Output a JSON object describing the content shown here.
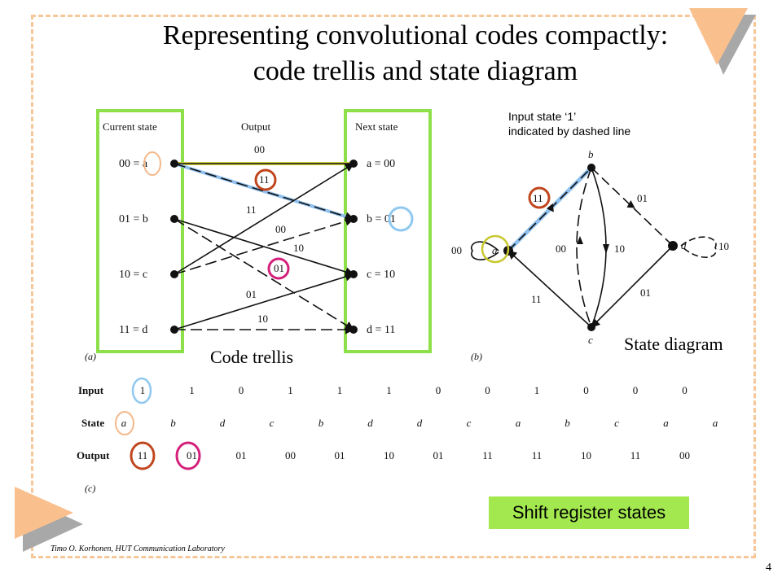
{
  "title": {
    "line1": "Representing convolutional codes compactly:",
    "line2": "code trellis and state diagram"
  },
  "trellis": {
    "headers": {
      "current": "Current state",
      "output": "Output",
      "next": "Next state"
    },
    "left_states": [
      "00 = a",
      "01 = b",
      "10 = c",
      "11 = d"
    ],
    "right_states": [
      "a = 00",
      "b = 01",
      "c = 10",
      "d = 11"
    ],
    "branch_labels": [
      "00",
      "11",
      "11",
      "00",
      "10",
      "01",
      "01",
      "10"
    ],
    "label_a": "(a)",
    "caption": "Code trellis"
  },
  "state_diagram": {
    "annotation_line1": "Input state ‘1’",
    "annotation_line2": "indicated by dashed line",
    "nodes": [
      "a",
      "b",
      "c",
      "d"
    ],
    "edge_labels": [
      "00",
      "11",
      "01",
      "00",
      "10",
      "11",
      "01",
      "10"
    ],
    "label_b": "(b)",
    "caption": "State diagram"
  },
  "sequence_table": {
    "row_headers": [
      "Input",
      "State",
      "Output"
    ],
    "input": [
      "1",
      "1",
      "0",
      "1",
      "1",
      "1",
      "0",
      "0",
      "1",
      "0",
      "0",
      "0"
    ],
    "state": [
      "a",
      "b",
      "d",
      "c",
      "b",
      "d",
      "d",
      "c",
      "a",
      "b",
      "c",
      "a",
      "a"
    ],
    "output": [
      "11",
      "01",
      "01",
      "00",
      "01",
      "10",
      "01",
      "11",
      "11",
      "10",
      "11",
      "00"
    ],
    "label_c": "(c)"
  },
  "shift_register_label": "Shift register states",
  "footer": "Timo O. Korhonen, HUT Communication Laboratory",
  "page_number": "4",
  "colors": {
    "frame": "#f7c79a",
    "triangle": "#f9c08e",
    "triangle_shadow": "#a0a0a0",
    "green": "#8ee04a",
    "orange_circle": "#c0461e",
    "magenta_circle": "#d4207a",
    "blue_circle": "#90c8f0",
    "yellow_circle": "#c8c830",
    "highlight_blue": "#8fc0ee",
    "highlight_yellow": "#d8d840"
  }
}
